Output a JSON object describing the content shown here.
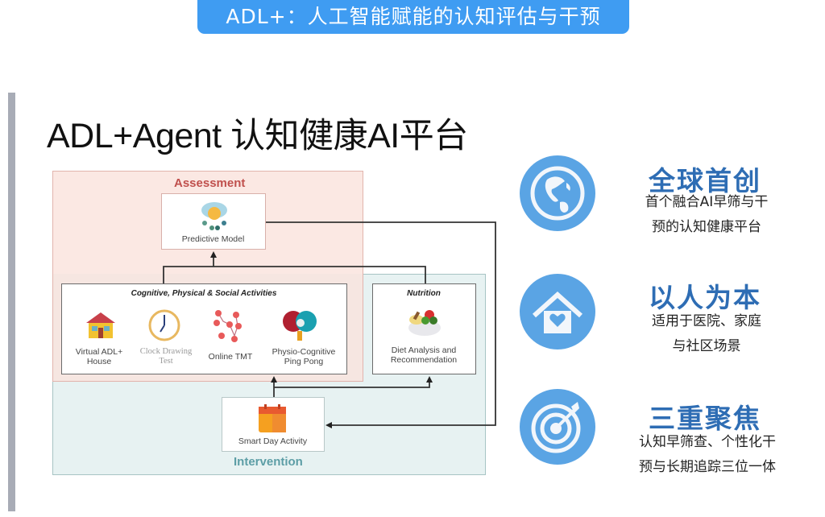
{
  "banner": {
    "text": "ADL+：人工智能赋能的认知评估与干预"
  },
  "title": "ADL+Agent 认知健康AI平台",
  "diagram": {
    "assessment_label": "Assessment",
    "intervention_label": "Intervention",
    "predictive_model": {
      "label": "Predictive Model",
      "icon": "cloud-brain-icon"
    },
    "activities": {
      "header": "Cognitive, Physical & Social Activities",
      "items": [
        {
          "label_line1": "Virtual ADL+",
          "label_line2": "House",
          "icon": "house-icon"
        },
        {
          "label_line1": "Clock Drawing",
          "label_line2": "Test",
          "icon": "clock-icon"
        },
        {
          "label_line1": "Online TMT",
          "label_line2": "",
          "icon": "network-nodes-icon"
        },
        {
          "label_line1": "Physio-Cognitive",
          "label_line2": "Ping Pong",
          "icon": "ping-pong-icon"
        }
      ]
    },
    "nutrition": {
      "header": "Nutrition",
      "label_line1": "Diet Analysis and",
      "label_line2": "Recommendation",
      "icon": "food-bowl-icon"
    },
    "smart_day": {
      "label": "Smart Day Activity",
      "icon": "calendar-icon"
    }
  },
  "features": [
    {
      "title": "全球首创",
      "desc_line1": "首个融合AI早筛与干",
      "desc_line2": "预的认知健康平台",
      "icon": "globe-icon"
    },
    {
      "title": "以人为本",
      "desc_line1": "适用于医院、家庭",
      "desc_line2": "与社区场景",
      "icon": "house-heart-icon"
    },
    {
      "title": "三重聚焦",
      "desc_line1": "认知早筛查、个性化干",
      "desc_line2": "预与长期追踪三位一体",
      "icon": "target-icon"
    }
  ],
  "colors": {
    "banner": "#3f9cf2",
    "feature_title": "#2e6db4",
    "icon_bg": "#5aa4e4",
    "assessment_label": "#c0504d",
    "intervention_label": "#5d9ea6"
  }
}
